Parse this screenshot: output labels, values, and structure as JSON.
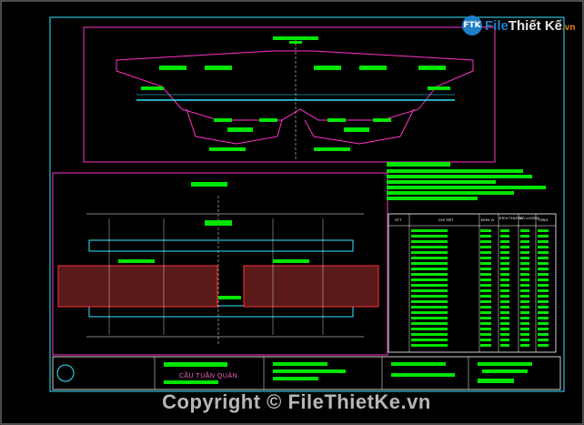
{
  "logo": {
    "brand_a": "File",
    "brand_b": "Thiết Kế",
    "brand_c": ".vn",
    "mark": "FTK"
  },
  "drawing": {
    "title_block_name": "CẦU TUẦN QUÁN"
  },
  "table": {
    "headers": [
      "STT",
      "CHI TIẾT",
      "ĐƠN VỊ",
      "KÍCH THƯỚC",
      "SỐ LƯỢNG",
      "TỔNG"
    ]
  },
  "watermark": "Copyright © FileThietKe.vn",
  "colors": {
    "background": "#000000",
    "magenta": "#ff33cc",
    "cyan": "#33e6ff",
    "green": "#00e600",
    "white": "#ffffff"
  }
}
